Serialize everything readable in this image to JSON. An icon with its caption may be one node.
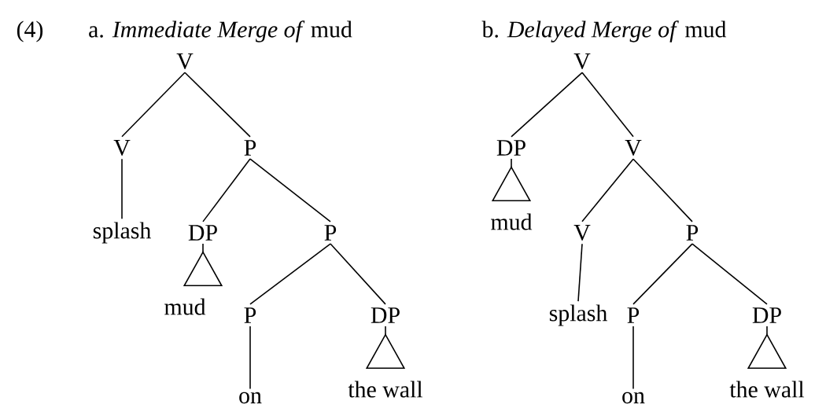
{
  "diagram": {
    "nodes": [
      {
        "text": [
          "V"
        ]
      },
      {
        "text": [
          "V"
        ]
      },
      {
        "text": [
          "P"
        ]
      },
      {
        "text": [
          "splash"
        ]
      },
      {
        "text": [
          "DP"
        ]
      },
      {
        "text": [
          "P"
        ]
      },
      {
        "text": [],
        "shape": "triangle",
        "beside": [
          "mud"
        ]
      },
      {
        "text": [
          "P"
        ]
      },
      {
        "text": [
          "DP"
        ]
      },
      {
        "text": [
          "on"
        ]
      },
      {
        "text": [],
        "shape": "triangle",
        "beside": [
          "the wall"
        ]
      },
      {
        "text": [
          "V"
        ]
      },
      {
        "text": [
          "DP"
        ]
      },
      {
        "text": [
          "V"
        ]
      },
      {
        "text": [],
        "shape": "triangle",
        "beside": [
          "mud"
        ]
      },
      {
        "text": [
          "V"
        ]
      },
      {
        "text": [
          "P"
        ]
      },
      {
        "text": [
          "splash"
        ]
      },
      {
        "text": [
          "P"
        ]
      },
      {
        "text": [
          "DP"
        ]
      },
      {
        "text": [
          "on"
        ]
      },
      {
        "text": [],
        "shape": "triangle",
        "beside": [
          "the wall"
        ]
      }
    ],
    "edges": [
      {
        "from": 0,
        "to": 1,
        "arrow": "none"
      },
      {
        "from": 0,
        "to": 2,
        "arrow": "none"
      },
      {
        "from": 1,
        "to": 3,
        "arrow": "none"
      },
      {
        "from": 2,
        "to": 4,
        "arrow": "none"
      },
      {
        "from": 2,
        "to": 5,
        "arrow": "none"
      },
      {
        "from": 4,
        "to": 6,
        "arrow": "none"
      },
      {
        "from": 5,
        "to": 7,
        "arrow": "none"
      },
      {
        "from": 5,
        "to": 8,
        "arrow": "none"
      },
      {
        "from": 7,
        "to": 9,
        "arrow": "none"
      },
      {
        "from": 8,
        "to": 10,
        "arrow": "none"
      },
      {
        "from": 11,
        "to": 12,
        "arrow": "none"
      },
      {
        "from": 11,
        "to": 13,
        "arrow": "none"
      },
      {
        "from": 12,
        "to": 14,
        "arrow": "none"
      },
      {
        "from": 13,
        "to": 15,
        "arrow": "none"
      },
      {
        "from": 13,
        "to": 16,
        "arrow": "none"
      },
      {
        "from": 15,
        "to": 17,
        "arrow": "none"
      },
      {
        "from": 16,
        "to": 18,
        "arrow": "none"
      },
      {
        "from": 16,
        "to": 19,
        "arrow": "none"
      },
      {
        "from": 18,
        "to": 20,
        "arrow": "none"
      },
      {
        "from": 19,
        "to": 21,
        "arrow": "none"
      }
    ],
    "labels": [
      "(4)",
      "a. *Immediate Merge of* mud",
      "b. *Delayed Merge of* mud"
    ]
  }
}
